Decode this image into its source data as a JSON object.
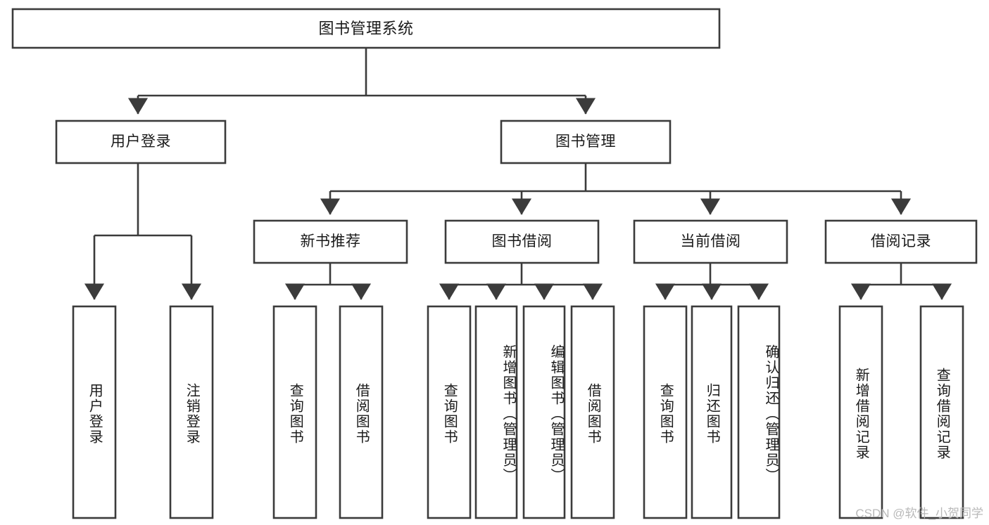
{
  "diagram": {
    "title": "图书管理系统",
    "type": "hierarchy-tree",
    "watermark": "CSDN @软件_小贺同学",
    "colors": {
      "stroke": "#3b3b3b",
      "background": "#ffffff",
      "text": "#1a1a1a",
      "watermark": "#b9b9b9"
    },
    "levels": {
      "root": {
        "label": "图书管理系统"
      },
      "level2": [
        {
          "id": "user-login",
          "label": "用户登录"
        },
        {
          "id": "book-management",
          "label": "图书管理"
        }
      ],
      "level3": [
        {
          "id": "new-book-recommend",
          "label": "新书推荐"
        },
        {
          "id": "book-borrow",
          "label": "图书借阅"
        },
        {
          "id": "current-borrow",
          "label": "当前借阅"
        },
        {
          "id": "borrow-record",
          "label": "借阅记录"
        }
      ],
      "leaves": {
        "user-login": [
          {
            "id": "leaf-user-login",
            "label": "用户登录"
          },
          {
            "id": "leaf-logout",
            "label": "注销登录"
          }
        ],
        "new-book-recommend": [
          {
            "id": "leaf-query-book-1",
            "label": "查询图书"
          },
          {
            "id": "leaf-borrow-book-1",
            "label": "借阅图书"
          }
        ],
        "book-borrow": [
          {
            "id": "leaf-query-book-2",
            "label": "查询图书"
          },
          {
            "id": "leaf-add-book",
            "label": "新增图书（管理员）"
          },
          {
            "id": "leaf-edit-book",
            "label": "编辑图书（管理员）"
          },
          {
            "id": "leaf-borrow-book-2",
            "label": "借阅图书"
          }
        ],
        "current-borrow": [
          {
            "id": "leaf-query-book-3",
            "label": "查询图书"
          },
          {
            "id": "leaf-return-book",
            "label": "归还图书"
          },
          {
            "id": "leaf-confirm-return",
            "label": "确认归还（管理员）"
          }
        ],
        "borrow-record": [
          {
            "id": "leaf-add-record",
            "label": "新增借阅记录"
          },
          {
            "id": "leaf-query-record",
            "label": "查询借阅记录"
          }
        ]
      }
    }
  }
}
